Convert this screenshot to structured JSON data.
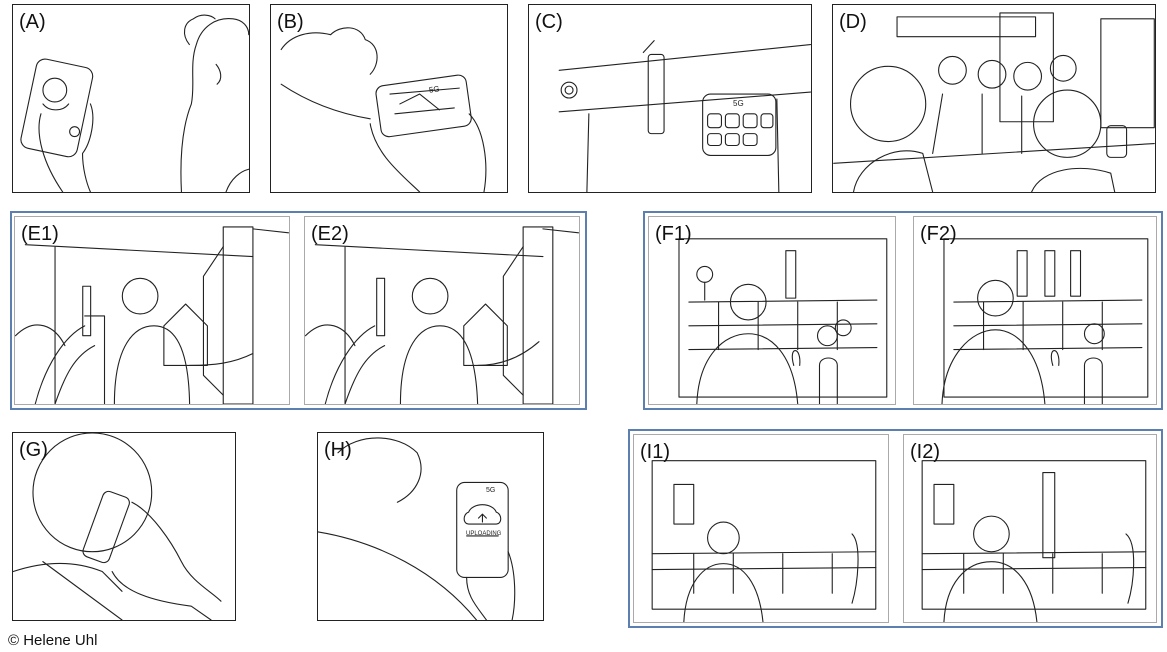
{
  "panels": {
    "A": {
      "label": "(A)"
    },
    "B": {
      "label": "(B)"
    },
    "C": {
      "label": "(C)"
    },
    "D": {
      "label": "(D)"
    },
    "E1": {
      "label": "(E1)"
    },
    "E2": {
      "label": "(E2)"
    },
    "F1": {
      "label": "(F1)"
    },
    "F2": {
      "label": "(F2)"
    },
    "G": {
      "label": "(G)"
    },
    "H": {
      "label": "(H)"
    },
    "I1": {
      "label": "(I1)"
    },
    "I2": {
      "label": "(I2)"
    }
  },
  "phone_screens": {
    "B": {
      "network": "5G"
    },
    "C": {
      "network": "5G"
    },
    "H": {
      "network": "5G",
      "status": "UPLOADING"
    }
  },
  "credit": "© Helene Uhl",
  "colors": {
    "group_border": "#5b7fae",
    "line": "#222222"
  }
}
